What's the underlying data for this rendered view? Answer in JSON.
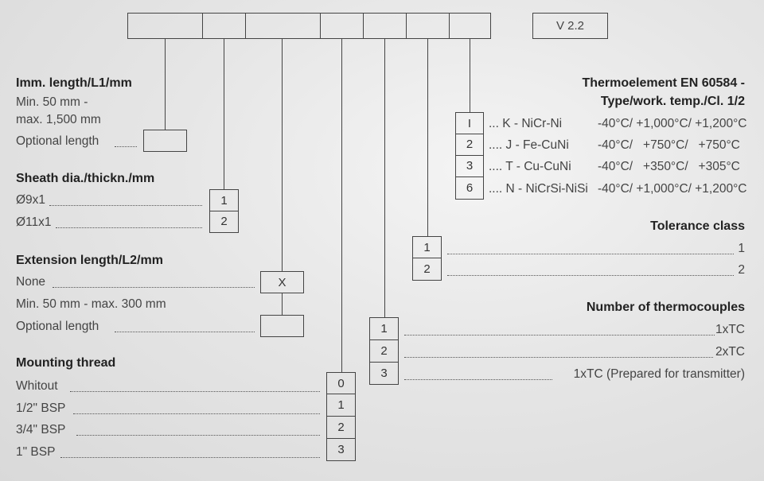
{
  "version": "V 2.2",
  "imm_length": {
    "heading": "Imm. length/L1/mm",
    "line1": "Min. 50 mm -",
    "line2": "max. 1,500 mm",
    "optional_label": "Optional length"
  },
  "sheath": {
    "heading": "Sheath dia./thickn./mm",
    "options": [
      {
        "label": "Ø9x1",
        "code": "1"
      },
      {
        "label": "Ø11x1",
        "code": "2"
      }
    ]
  },
  "extension": {
    "heading": "Extension length/L2/mm",
    "none_label": "None",
    "none_code": "X",
    "range_label": "Min. 50 mm - max. 300 mm",
    "optional_label": "Optional length"
  },
  "mounting": {
    "heading": "Mounting thread",
    "options": [
      {
        "label": "Whitout",
        "code": "0"
      },
      {
        "label": "1/2\" BSP",
        "code": "1"
      },
      {
        "label": "3/4\" BSP",
        "code": "2"
      },
      {
        "label": "1\" BSP",
        "code": "3"
      }
    ]
  },
  "thermoelement": {
    "heading1": "Thermoelement EN 60584 -",
    "heading2": "Type/work. temp./Cl. 1/2",
    "options": [
      {
        "code": "I",
        "type": "... K - NiCr-Ni",
        "temps": "-40°C/ +1,000°C/ +1,200°C"
      },
      {
        "code": "2",
        "type": ".... J - Fe-CuNi",
        "temps": "-40°C/   +750°C/   +750°C"
      },
      {
        "code": "3",
        "type": ".... T - Cu-CuNi",
        "temps": "-40°C/   +350°C/   +305°C"
      },
      {
        "code": "6",
        "type": ".... N - NiCrSi-NiSi",
        "temps": "-40°C/ +1,000°C/ +1,200°C"
      }
    ]
  },
  "tolerance": {
    "heading": "Tolerance class",
    "options": [
      {
        "code": "1",
        "label": "1"
      },
      {
        "code": "2",
        "label": "2"
      }
    ]
  },
  "thermocouples": {
    "heading": "Number of thermocouples",
    "options": [
      {
        "code": "1",
        "label": "1xTC"
      },
      {
        "code": "2",
        "label": "2xTC"
      },
      {
        "code": "3",
        "label": "1xTC (Prepared for transmitter)"
      }
    ]
  }
}
